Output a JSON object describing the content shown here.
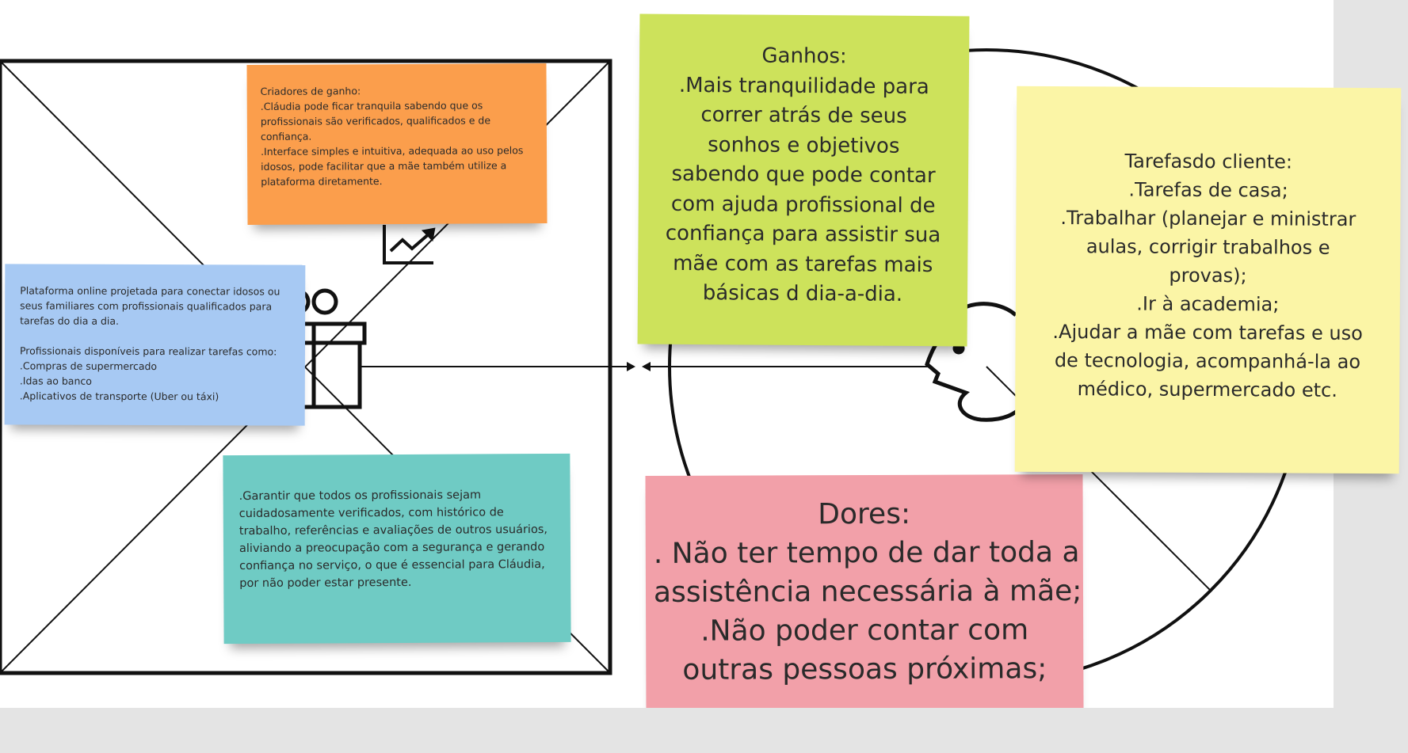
{
  "notes": {
    "gain_creators": {
      "title": "Criadores de ganho:",
      "lines": [
        ".Cláudia pode ficar tranquila sabendo que os",
        "profissionais são verificados, qualificados e de",
        "confiança.",
        ".Interface simples e intuitiva, adequada ao uso pelos",
        "idosos, pode facilitar que a mãe também utilize a",
        "plataforma diretamente."
      ],
      "color": "#fb9e4c"
    },
    "product": {
      "lines": [
        "Plataforma online projetada para conectar idosos ou",
        "seus familiares com profissionais qualificados para",
        "tarefas do dia a dia.",
        "",
        "Profissionais disponíveis para realizar tarefas como:",
        ".Compras de supermercado",
        ".Idas ao banco",
        ".Aplicativos de transporte (Uber ou táxi)"
      ],
      "color": "#a7c9f3"
    },
    "pain_relievers": {
      "lines": [
        ".Garantir que todos os profissionais sejam",
        "cuidadosamente verificados, com histórico de",
        "trabalho, referências e avaliações de outros usuários,",
        "aliviando a preocupação com a segurança e gerando",
        "confiança  no serviço, o que é essencial para Cláudia,",
        "por não poder estar presente."
      ],
      "color": "#6fcbc4"
    },
    "gains": {
      "title": "Ganhos:",
      "lines": [
        ".Mais tranquilidade para",
        "correr atrás de seus",
        "sonhos e objetivos",
        "sabendo que pode contar",
        "com ajuda profissional de",
        "confiança para assistir sua",
        "mãe com as tarefas mais",
        "básicas d dia-a-dia."
      ],
      "color": "#cde25b"
    },
    "customer_jobs": {
      "title": "Tarefasdo cliente:",
      "lines": [
        ".Tarefas de casa;",
        ".Trabalhar (planejar e ministrar",
        "aulas, corrigir trabalhos e",
        "provas);",
        ".Ir à academia;",
        ".Ajudar a mãe com tarefas e uso",
        "de tecnologia, acompanhá-la ao",
        "médico, supermercado etc."
      ],
      "color": "#fbf5a6"
    },
    "pains": {
      "title": "Dores:",
      "lines": [
        ". Não ter tempo de dar toda a",
        "assistência necessária à mãe;",
        ".Não poder contar com",
        "outras pessoas próximas;"
      ],
      "color": "#f2a0a9"
    }
  },
  "icons": [
    "gift-icon",
    "trending-up-chart-icon",
    "customer-face-icon"
  ]
}
